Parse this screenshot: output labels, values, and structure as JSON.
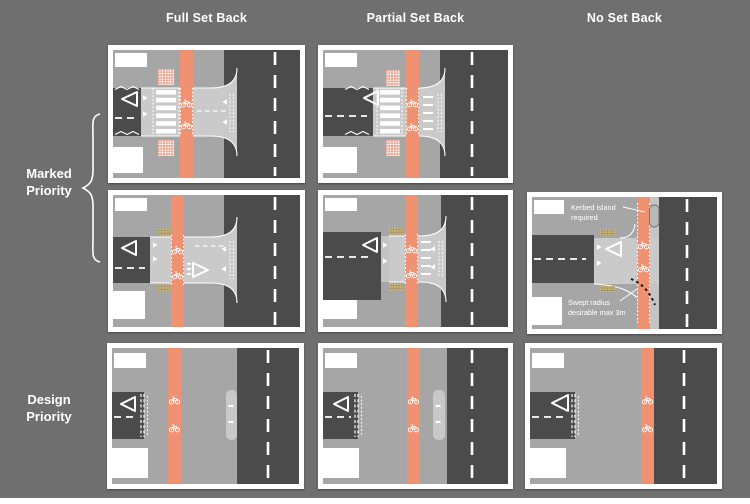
{
  "figure": {
    "description_labels_only": "Cycle track side-road junction treatment matrix"
  },
  "columns": [
    {
      "id": "full",
      "label": "Full Set Back"
    },
    {
      "id": "partial",
      "label": "Partial Set Back"
    },
    {
      "id": "no",
      "label": "No Set Back"
    }
  ],
  "row_groups": [
    {
      "id": "marked",
      "label": "Marked Priority"
    },
    {
      "id": "design",
      "label": "Design Priority"
    }
  ],
  "matrix": [
    {
      "row": "marked-crossing",
      "cells": {
        "full": true,
        "partial": true,
        "no": false
      }
    },
    {
      "row": "marked-junction",
      "cells": {
        "full": true,
        "partial": true,
        "no": true
      }
    },
    {
      "row": "design-junction",
      "cells": {
        "full": true,
        "partial": true,
        "no": true
      }
    }
  ],
  "annotations": {
    "kerbed_island": {
      "lines": [
        "Kerbed island",
        "required"
      ]
    },
    "swept_radius": {
      "lines": [
        "Swept radius",
        "desirable max 3m"
      ]
    }
  },
  "colors": {
    "background": "#6f6f6f",
    "frame": "#ffffff",
    "footway": "#a6a6a6",
    "carriageway": "#cacaca",
    "road": "#4b4b4b",
    "cycle_track": "#f09172",
    "marking": "#ffffff",
    "tactile_red": "#e8a28d",
    "tactile_red_grid": "#ffffff",
    "tactile_tan": "#cdb87f",
    "tactile_tan_grid": "#94845a",
    "island": "#c8c8c8",
    "kerb_island": "#b9b9b9",
    "arc": "#151515"
  }
}
